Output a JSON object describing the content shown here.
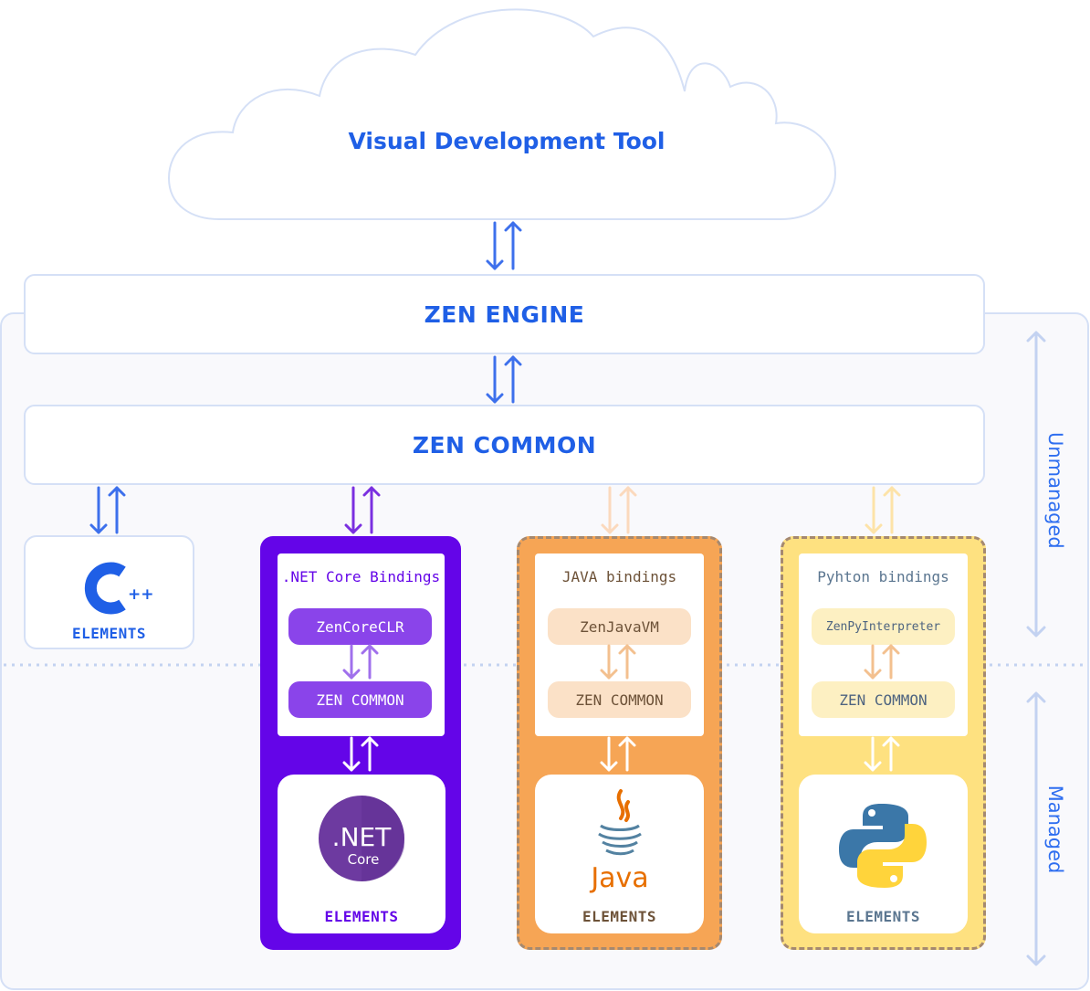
{
  "cloud": {
    "title": "Visual Development Tool"
  },
  "engine": {
    "label": "ZEN ENGINE"
  },
  "common": {
    "label": "ZEN COMMON"
  },
  "sides": {
    "unmanaged": "Unmanaged",
    "managed": "Managed"
  },
  "cpp": {
    "logo_text": "++",
    "elements": "ELEMENTS"
  },
  "columns": [
    {
      "title": ".NET Core Bindings",
      "runtime": "ZenCoreCLR",
      "common": "ZEN COMMON",
      "logo_main": ".NET",
      "logo_sub": "Core",
      "elements": "ELEMENTS"
    },
    {
      "title": "JAVA bindings",
      "runtime": "ZenJavaVM",
      "common": "ZEN COMMON",
      "logo_main": "Java",
      "elements": "ELEMENTS"
    },
    {
      "title": "Pyhton bindings",
      "runtime": "ZenPyInterpreter",
      "common": "ZEN COMMON",
      "elements": "ELEMENTS"
    }
  ],
  "colors": {
    "accent_blue": "#1f5fe6",
    "net_purple": "#6405e8",
    "java_orange": "#f6a555",
    "python_yellow": "#fee180"
  },
  "icons": [
    "double-arrow-icon",
    "cpp-logo-icon",
    "dotnet-logo-icon",
    "java-logo-icon",
    "python-logo-icon"
  ]
}
